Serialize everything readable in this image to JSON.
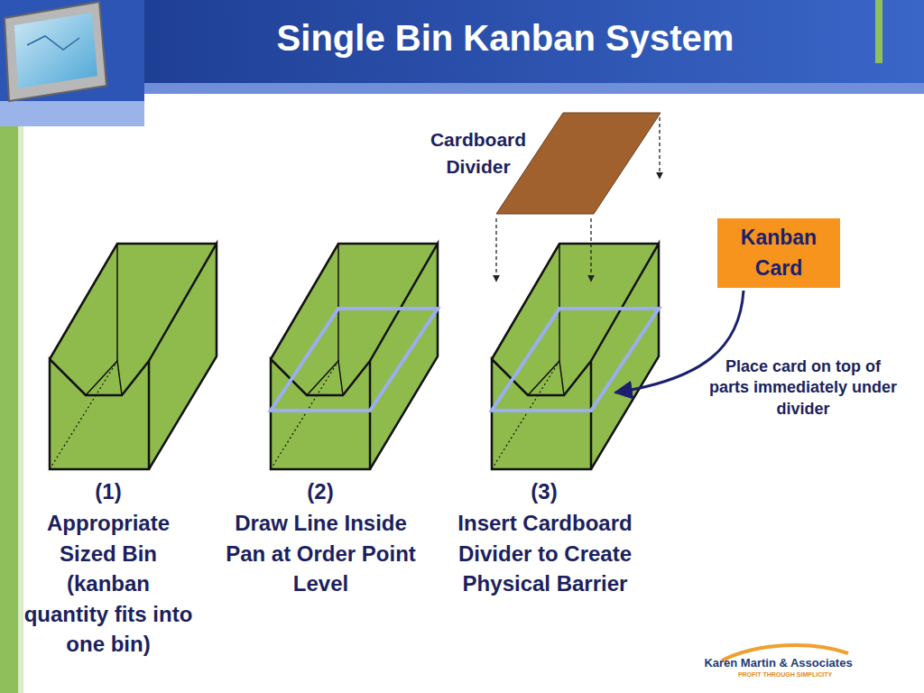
{
  "diagram": {
    "title": "Single Bin Kanban System",
    "nodes": [
      {
        "text": [
          "Kanban Card"
        ]
      }
    ],
    "edges": [],
    "labels": [
      "Cardboard Divider",
      "Place card on top of parts immediately under divider",
      "(1)",
      "Appropriate Sized Bin (kanban quantity fits into one bin)",
      "(2)",
      "Draw Line Inside Pan at Order Point Level",
      "(3)",
      "Insert Cardboard Divider to Create Physical Barrier",
      "Karen Martin & Associates",
      "PROFIT THROUGH SIMPLICITY"
    ]
  }
}
